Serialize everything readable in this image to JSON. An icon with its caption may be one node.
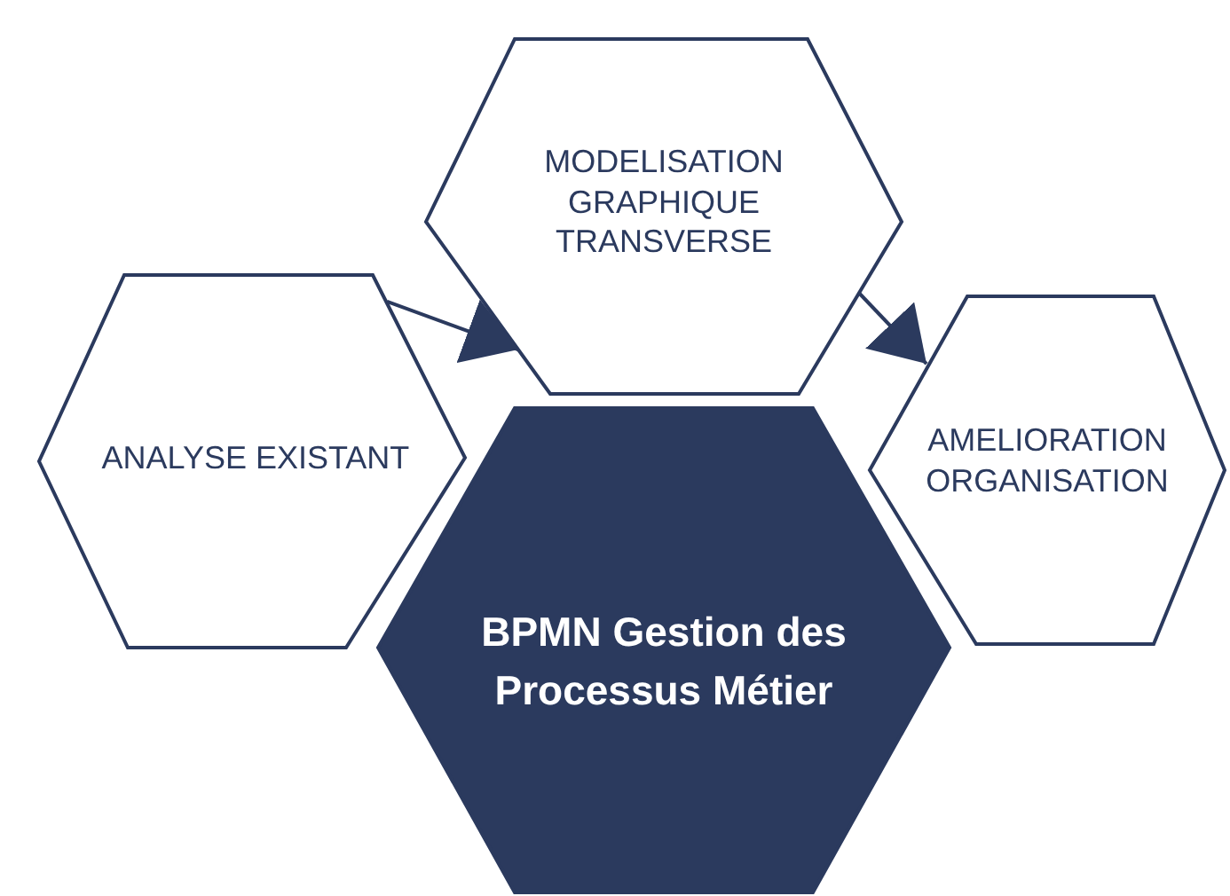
{
  "diagram": {
    "nodes": [
      {
        "text": [
          "MODELISATION GRAPHIQUE TRANSVERSE"
        ]
      },
      {
        "text": [
          "ANALYSE EXISTANT"
        ]
      },
      {
        "text": [
          "AMELIORATION ORGANISATION"
        ]
      },
      {
        "text": [
          "BPMN Gestion des Processus Métier"
        ]
      }
    ],
    "edges": [
      {
        "from": 1,
        "to": 0,
        "arrow": "to"
      },
      {
        "from": 0,
        "to": 2,
        "arrow": "to"
      }
    ]
  }
}
